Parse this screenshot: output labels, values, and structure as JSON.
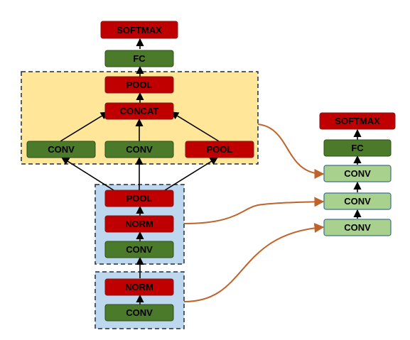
{
  "colors": {
    "red_block": "#c00000",
    "dark_green_block": "#4b7a2a",
    "light_green_block": "#a9d18e",
    "yellow_region": "#ffe699",
    "blue_region": "#bdd7ee",
    "connector": "#c0632b",
    "arrow": "#000000"
  },
  "main_network": {
    "softmax": "SOFTMAX",
    "fc": "FC",
    "inception": {
      "pool_top": "POOL",
      "concat": "CONCAT",
      "conv_left": "CONV",
      "conv_mid": "CONV",
      "pool_right": "POOL"
    },
    "stage2": {
      "pool": "POOL",
      "norm": "NORM",
      "conv": "CONV"
    },
    "stage1": {
      "norm": "NORM",
      "conv": "CONV"
    }
  },
  "side_network": {
    "softmax": "SOFTMAX",
    "fc": "FC",
    "conv_top": "CONV",
    "conv_mid": "CONV",
    "conv_bottom": "CONV"
  }
}
